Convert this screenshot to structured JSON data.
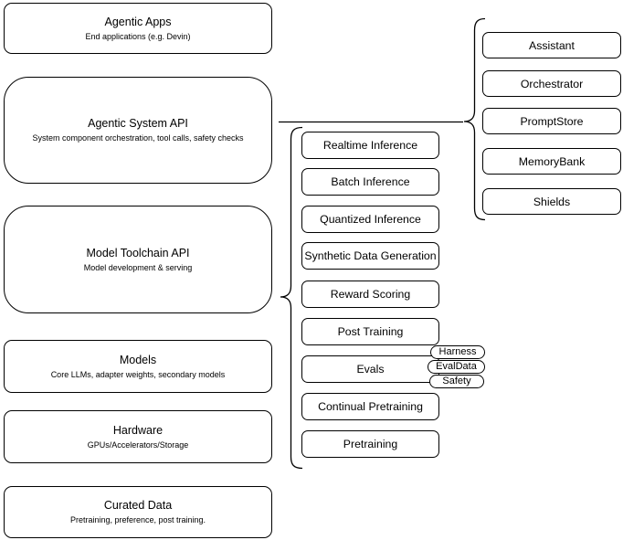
{
  "canvas": {
    "background_color": "#ffffff",
    "stroke_color": "#000000",
    "text_color": "#000000"
  },
  "stack": [
    {
      "title": "Agentic Apps",
      "subtitle": "End applications (e.g. Devin)"
    },
    {
      "title": "Agentic System API",
      "subtitle": "System component orchestration, tool calls, safety checks"
    },
    {
      "title": "Model Toolchain API",
      "subtitle": "Model development & serving"
    },
    {
      "title": "Models",
      "subtitle": "Core LLMs, adapter weights, secondary models"
    },
    {
      "title": "Hardware",
      "subtitle": "GPUs/Accelerators/Storage"
    },
    {
      "title": "Curated Data",
      "subtitle": "Pretraining, preference, post training."
    }
  ],
  "toolchain_components": [
    "Realtime Inference",
    "Batch Inference",
    "Quantized Inference",
    "Synthetic Data Generation",
    "Reward Scoring",
    "Post Training",
    "Evals",
    "Continual Pretraining",
    "Pretraining"
  ],
  "evals_tags": [
    "Harness",
    "EvalData",
    "Safety"
  ],
  "system_components": [
    "Assistant",
    "Orchestrator",
    "PromptStore",
    "MemoryBank",
    "Shields"
  ]
}
